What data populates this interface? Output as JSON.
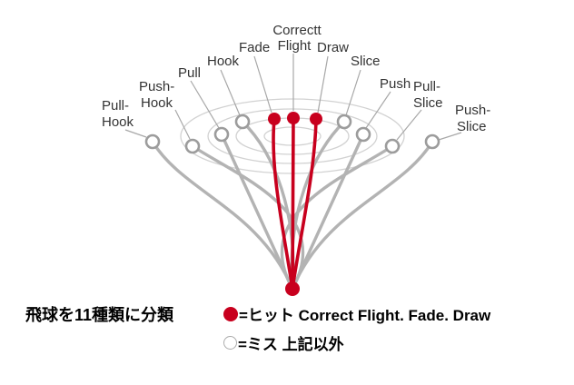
{
  "diagram": {
    "labels": {
      "pull_hook_line1": "Pull-",
      "pull_hook_line2": "Hook",
      "push_hook_line1": "Push-",
      "push_hook_line2": "Hook",
      "pull": "Pull",
      "hook": "Hook",
      "fade": "Fade",
      "correct_line1": "Correctt",
      "correct_line2": "Flight",
      "draw": "Draw",
      "slice": "Slice",
      "push": "Push",
      "pull_slice_line1": "Pull-",
      "pull_slice_line2": "Slice",
      "push_slice_line1": "Push-",
      "push_slice_line2": "Slice"
    },
    "colors": {
      "hit": "#c8001e",
      "path": "#b3b3b3",
      "circle_stroke": "#9c9c9c",
      "ellipse": "#d2d2d2"
    }
  },
  "legend": {
    "caption": "飛球を11種類に分類",
    "hit_text": "=ヒット Correct Flight. Fade. Draw",
    "miss_text": "=ミス 上記以外"
  }
}
